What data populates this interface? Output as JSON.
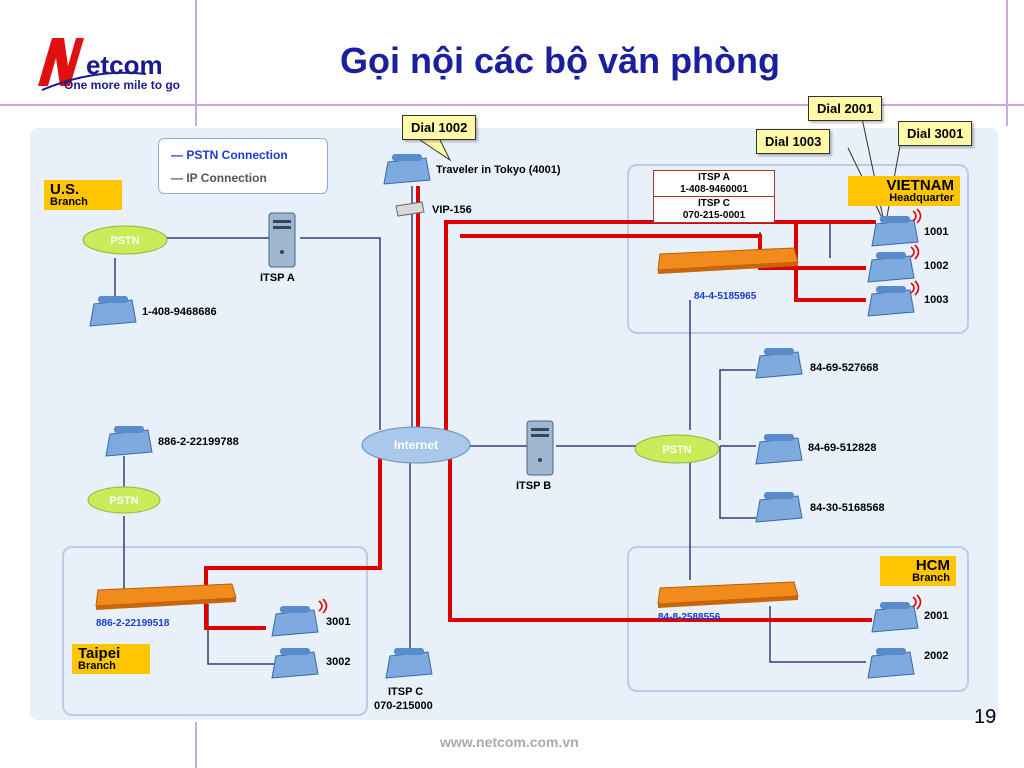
{
  "header": {
    "title": "Gọi nội các bộ văn phòng",
    "logo_text": "etcom",
    "logo_letter": "N",
    "logo_tagline": "One more mile to go"
  },
  "legend": {
    "pstn": "PSTN Connection",
    "ip": "IP  Connection"
  },
  "sites": {
    "us": {
      "name": "U.S.",
      "sub": "Branch"
    },
    "vietnam": {
      "name": "VIETNAM",
      "sub": "Headquarter"
    },
    "taipei": {
      "name": "Taipei",
      "sub": "Branch"
    },
    "hcm": {
      "name": "HCM",
      "sub": "Branch"
    }
  },
  "callouts": {
    "dial_1002": "Dial 1002",
    "dial_2001": "Dial 2001",
    "dial_3001": "Dial 3001",
    "dial_1003": "Dial 1003"
  },
  "labels": {
    "traveler": "Traveler in Tokyo (4001)",
    "vip": "VIP-156",
    "itsp_a_us": "ITSP A",
    "us_phone": "1-408-9468686",
    "tw_pstn_phone": "886-2-22199788",
    "internet": "Internet",
    "itsp_b": "ITSP B",
    "itsp_c": "ITSP C",
    "itsp_c_num": "070-215000",
    "tw_gw_num": "886-2-22199518",
    "ext_3001": "3001",
    "ext_3002": "3002",
    "vn_gw_num": "84-4-5185965",
    "ext_1001": "1001",
    "ext_1002": "1002",
    "ext_1003": "1003",
    "vn_pstn_1": "84-69-527668",
    "vn_pstn_2": "84-69-512828",
    "vn_pstn_3": "84-30-5168568",
    "hcm_gw_num": "84-8-2588556",
    "ext_2001": "2001",
    "ext_2002": "2002",
    "pstn": "PSTN"
  },
  "itsp_box": {
    "a_name": "ITSP A",
    "a_num": "1-408-9460001",
    "c_name": "ITSP C",
    "c_num": "070-215-0001"
  },
  "footer": {
    "url": "www.netcom.com.vn",
    "page": "19"
  },
  "colors": {
    "title": "#1a1f9e",
    "ip_line": "#e00000",
    "pstn_line": "#3b3b7a",
    "tag": "#ffc600",
    "callout": "#fff9a8"
  }
}
